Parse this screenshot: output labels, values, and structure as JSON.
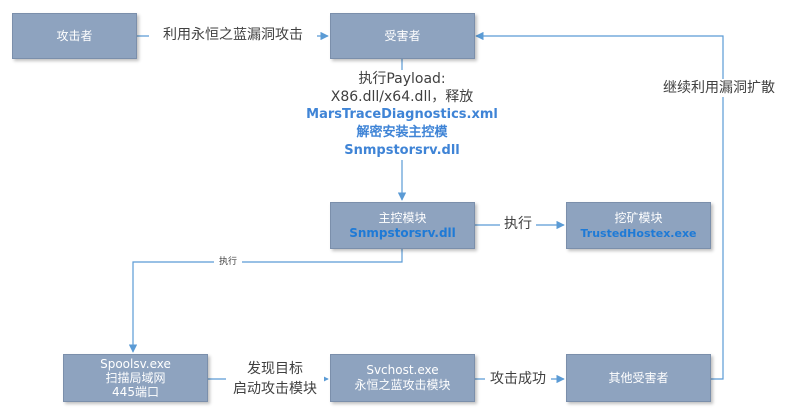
{
  "nodes": {
    "attacker": {
      "label": "攻击者"
    },
    "victim": {
      "label": "受害者"
    },
    "main_module": {
      "label": "主控模块",
      "sub": "Snmpstorsrv.dll"
    },
    "mining_module": {
      "label": "挖矿模块",
      "sub": "TrustedHostex.exe"
    },
    "spoolsv": {
      "lines": [
        "Spoolsv.exe",
        "扫描局域网",
        "445端口"
      ]
    },
    "svchost": {
      "lines": [
        "Svchost.exe",
        "永恒之蓝攻击模块"
      ]
    },
    "other_victims": {
      "label": "其他受害者"
    }
  },
  "edges": {
    "exploit": "利用永恒之蓝漏洞攻击",
    "spread": "继续利用漏洞扩散",
    "payload": {
      "line1": "执行Payload:",
      "line2": "X86.dll/x64.dll，释放",
      "blue1": "MarsTraceDiagnostics.xml",
      "blue2": "解密安装主控模",
      "blue3": "Snmpstorsrv.dll"
    },
    "execute_mining": "执行",
    "execute_small": "执行",
    "discover": {
      "line1": "发现目标",
      "line2": "启动攻击模块"
    },
    "success": "攻击成功"
  },
  "colors": {
    "node_fill": "#8ea3bf",
    "arrow": "#5b9bd5",
    "highlight_text": "#3f84d6"
  }
}
